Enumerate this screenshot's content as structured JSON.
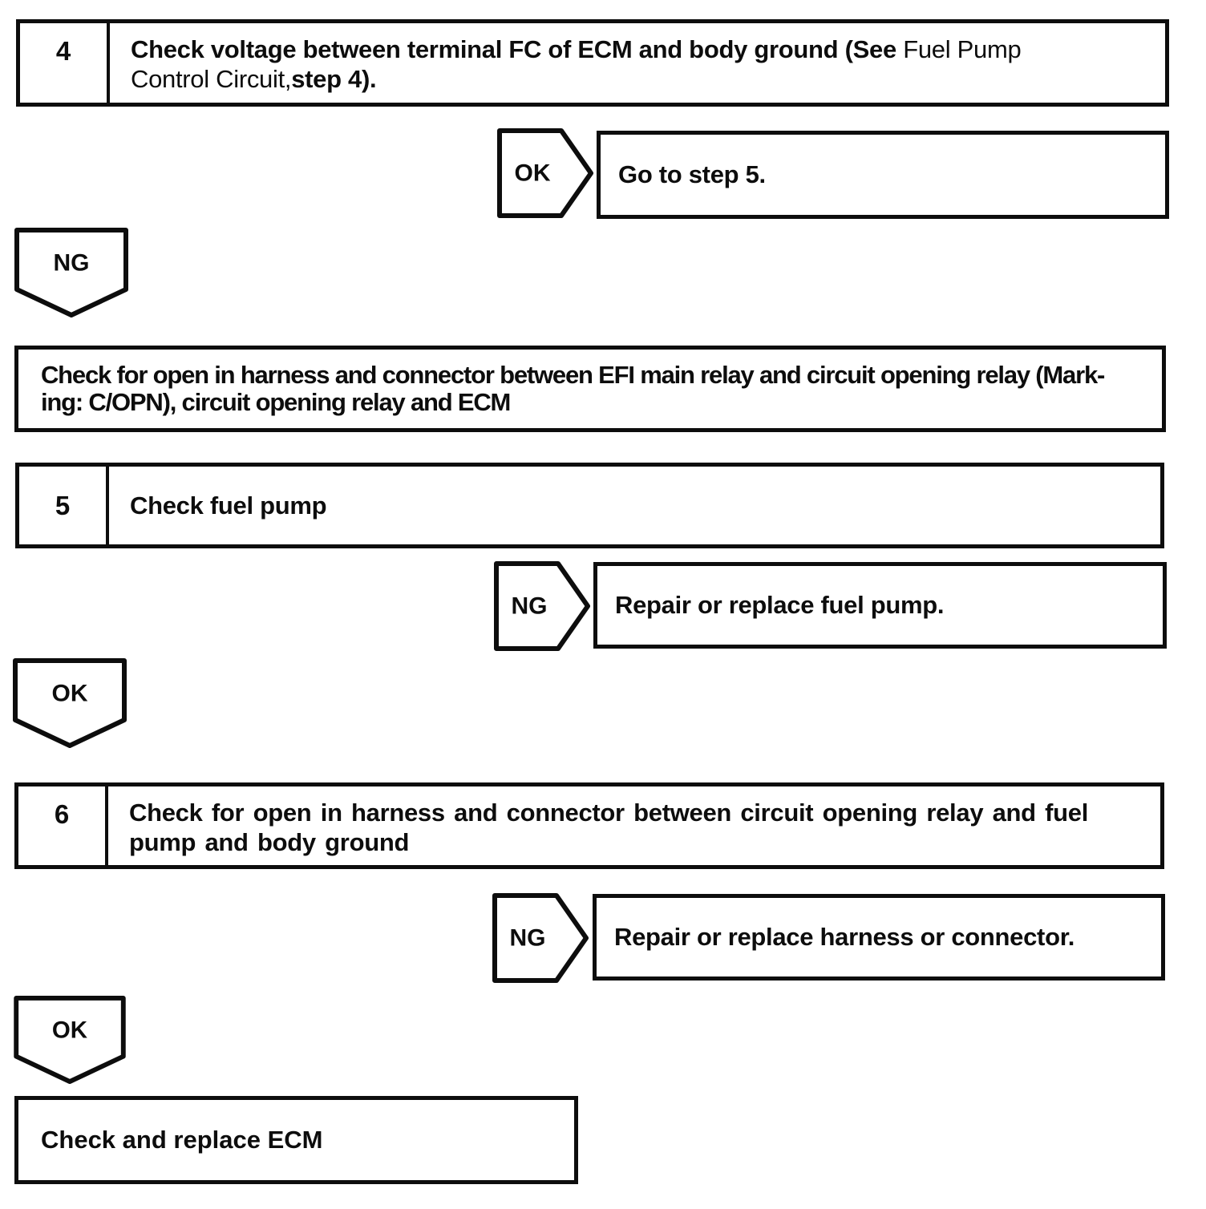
{
  "colors": {
    "ink": "#0d0d0d",
    "paper": "#ffffff"
  },
  "flowchart": {
    "step4": {
      "number": "4",
      "text_bold_1": "Check voltage between terminal FC of ECM and body ground (See ",
      "text_ref_1": "Fuel Pump",
      "text_ref_2": "Control Circuit,",
      "text_bold_2": "step 4)."
    },
    "ok_branch_1": {
      "label": "OK",
      "result": "Go to step 5."
    },
    "ng_connector_1": {
      "label": "NG"
    },
    "action_open_harness_efi": {
      "line1": "Check for open in harness and connector between EFI main relay and circuit opening relay (Mark-",
      "line2": "ing: C/OPN), circuit opening relay and ECM"
    },
    "step5": {
      "number": "5",
      "title": "Check fuel pump"
    },
    "ng_branch_1": {
      "label": "NG",
      "result": "Repair or replace fuel pump."
    },
    "ok_connector_1": {
      "label": "OK"
    },
    "step6": {
      "number": "6",
      "line1": "Check for open in harness and connector between circuit opening relay and fuel",
      "line2": "pump and body ground"
    },
    "ng_branch_2": {
      "label": "NG",
      "result": "Repair or replace harness or connector."
    },
    "ok_connector_2": {
      "label": "OK"
    },
    "final_action": {
      "text": "Check and replace ECM"
    }
  }
}
